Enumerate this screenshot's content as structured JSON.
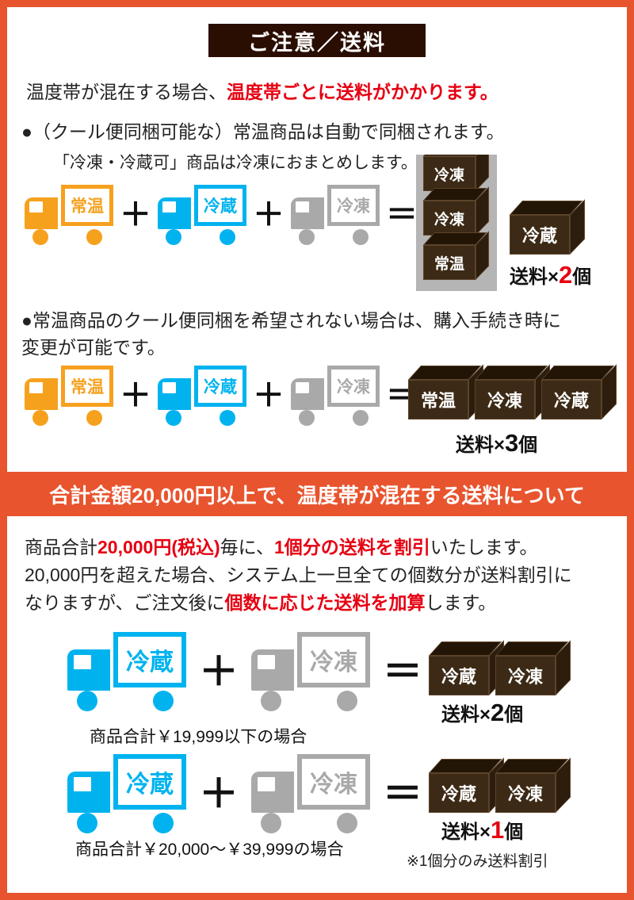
{
  "colors": {
    "frame": "#e8542e",
    "title_banner_bg": "#2b0e02",
    "section_banner_bg": "#e8542e",
    "red_text": "#e60012",
    "room_temp_orange": "#f6a11e",
    "chilled_cyan": "#00b3ef",
    "frozen_gray": "#a9a9a9",
    "box_brown": "#3c2a16",
    "pack_panel_gray": "#b5b5b5"
  },
  "title": "ご注意／送料",
  "symbols": {
    "plus": "＋",
    "equals": "＝"
  },
  "intro": {
    "plain": "温度帯が混在する場合、",
    "red": "温度帯ごとに送料がかかります。"
  },
  "rule1": {
    "bullet": "●（クール便同梱可能な）常温商品は自動で同梱されます。",
    "note": "「冷凍・冷蔵可」商品は冷凍におまとめします。",
    "trucks": [
      "常温",
      "冷蔵",
      "冷凍"
    ],
    "packed_boxes": [
      "冷凍",
      "冷凍",
      "常温"
    ],
    "separate_box": "冷蔵",
    "shipping": {
      "prefix": "送料×",
      "count": "2",
      "suffix": "個"
    }
  },
  "rule2": {
    "bullet_line1": "●常温商品のクール便同梱を希望されない場合は、購入手続き時に",
    "bullet_line2": "変更が可能です。",
    "trucks": [
      "常温",
      "冷蔵",
      "冷凍"
    ],
    "boxes": [
      "常温",
      "冷凍",
      "冷蔵"
    ],
    "shipping": {
      "prefix": "送料×",
      "count": "3",
      "suffix": "個"
    }
  },
  "discount": {
    "banner": "合計金額20,000円以上で、温度帯が混在する送料について",
    "line1": {
      "p1": "商品合計",
      "r1": "20,000円(税込)",
      "p2": "毎に、",
      "r2": "1個分の送料を割引",
      "p3": "いたします。"
    },
    "line2": "20,000円を超えた場合、システム上一旦全ての個数分が送料割引に",
    "line3": {
      "p1": "なりますが、ご注文後に",
      "r1": "個数に応じた送料を加算",
      "p2": "します。"
    },
    "case1": {
      "trucks": [
        "冷蔵",
        "冷凍"
      ],
      "boxes": [
        "冷蔵",
        "冷凍"
      ],
      "shipping": {
        "prefix": "送料×",
        "count": "2",
        "suffix": "個"
      },
      "caption": "商品合計￥19,999以下の場合"
    },
    "case2": {
      "trucks": [
        "冷蔵",
        "冷凍"
      ],
      "boxes": [
        "冷蔵",
        "冷凍"
      ],
      "shipping": {
        "prefix": "送料×",
        "count": "1",
        "suffix": "個"
      },
      "caption": "商品合計￥20,000〜￥39,999の場合",
      "note": "※1個分のみ送料割引"
    }
  }
}
